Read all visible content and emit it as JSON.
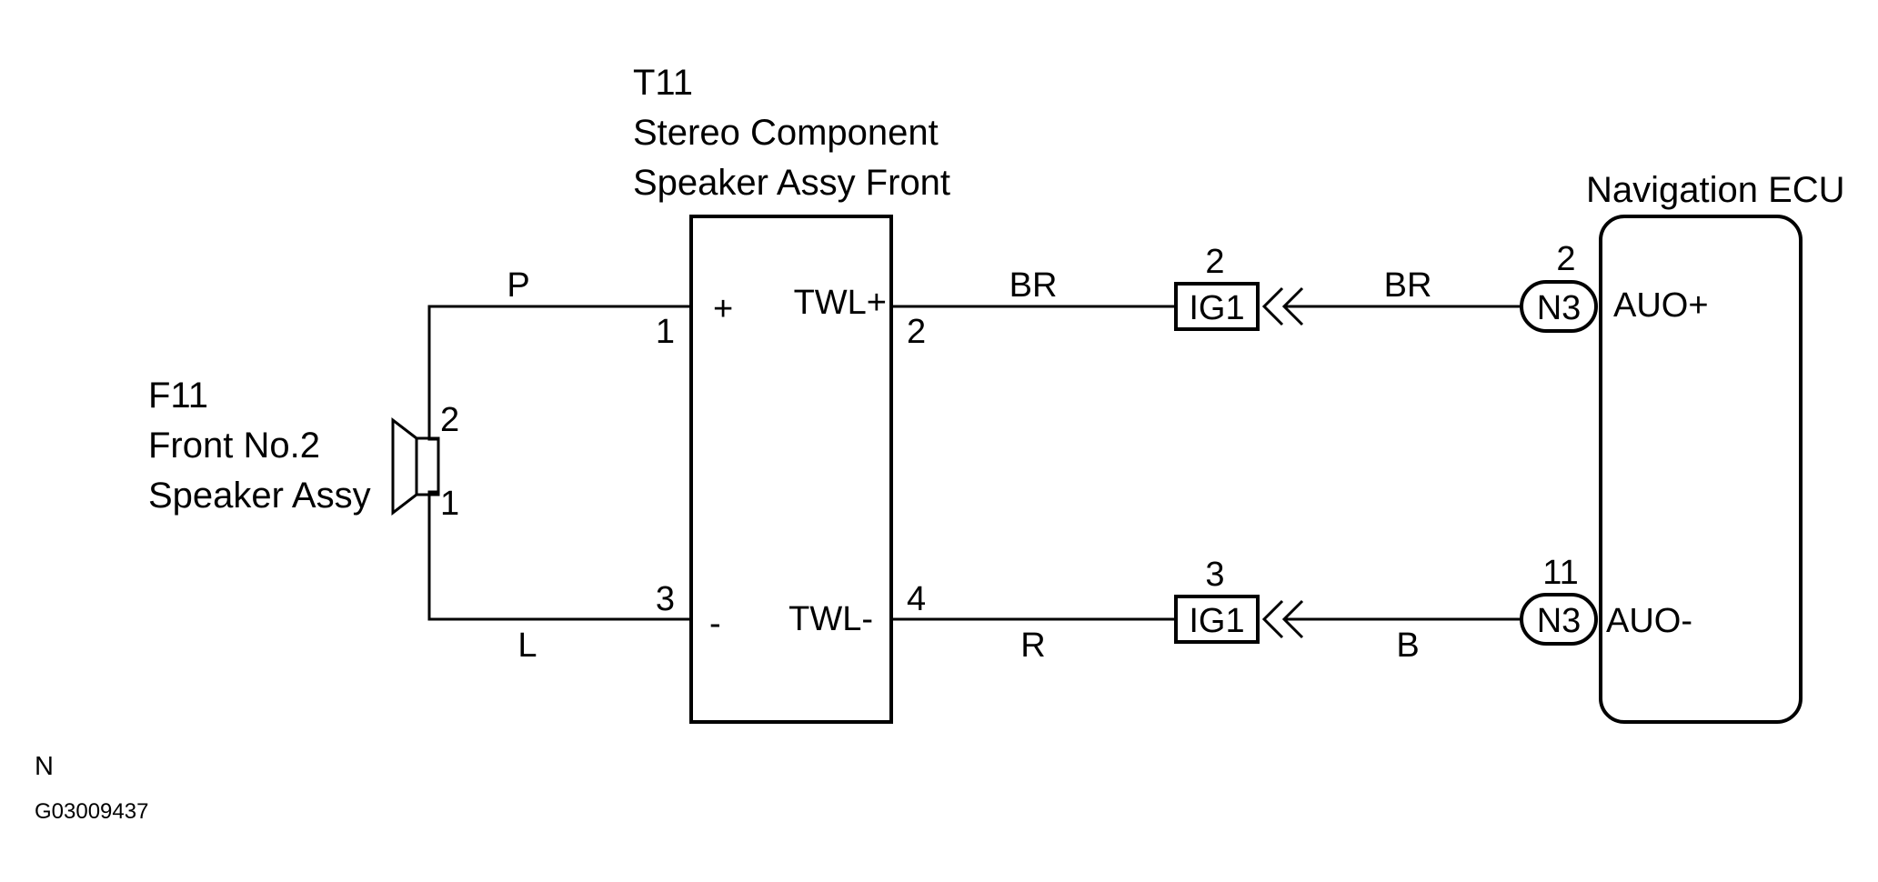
{
  "speaker": {
    "code": "F11",
    "name_line1": "Front No.2",
    "name_line2": "Speaker Assy",
    "pin_top": "2",
    "pin_bottom": "1"
  },
  "stereo": {
    "code": "T11",
    "name_line1": "Stereo Component",
    "name_line2": "Speaker Assy Front",
    "pin1": "1",
    "pin3": "3",
    "pin2": "2",
    "pin4": "4",
    "plus_sign": "+",
    "minus_sign": "-",
    "term_top": "TWL+",
    "term_bottom": "TWL-"
  },
  "ecu": {
    "name": "Navigation ECU",
    "term_top": "AUO+",
    "term_bottom": "AUO-",
    "conn_top": "N3",
    "conn_bottom": "N3",
    "conn_top_pin": "2",
    "conn_bottom_pin": "11"
  },
  "junctions": {
    "top_label": "IG1",
    "top_pin": "2",
    "bottom_label": "IG1",
    "bottom_pin": "3"
  },
  "wires": {
    "speaker_top": "P",
    "speaker_bottom": "L",
    "stereo_top_right": "BR",
    "stereo_bottom_right": "R",
    "ecu_top": "BR",
    "ecu_bottom": "B"
  },
  "footer": {
    "letter": "N",
    "code": "G03009437"
  }
}
